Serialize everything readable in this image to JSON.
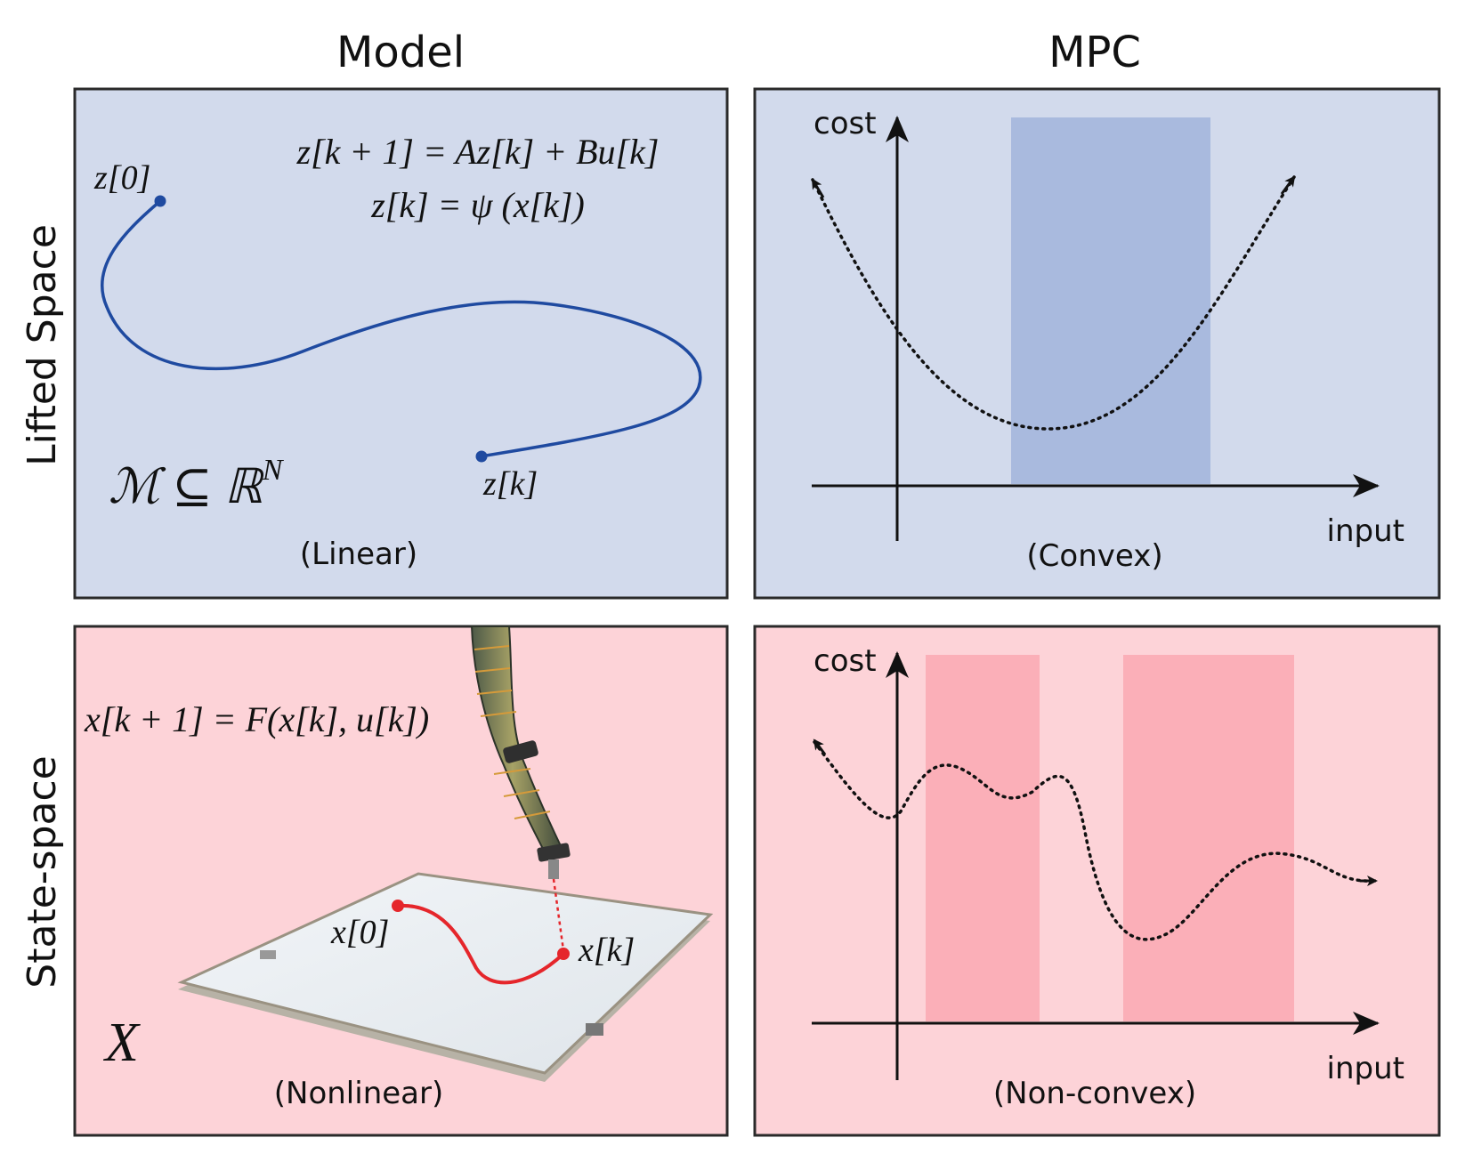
{
  "columns": {
    "model": "Model",
    "mpc": "MPC"
  },
  "rows": {
    "lifted": "Lifted Space",
    "state": "State-space"
  },
  "colors": {
    "lifted_bg": "#d2daec",
    "lifted_band": "#a9bade",
    "state_bg": "#fdd3d8",
    "state_band": "#fbafb8",
    "trajectory_blue": "#1f4aa0",
    "trajectory_red": "#e5262b",
    "border": "#2a2a2a"
  },
  "lifted_model": {
    "equation_1": "z[k + 1] = Az[k] + Bu[k]",
    "equation_2": "z[k] = ψ (x[k])",
    "start_label": "z[0]",
    "end_label": "z[k]",
    "space_label": "ℳ ⊆ ℝ",
    "space_superscript": "N",
    "caption": "(Linear)"
  },
  "lifted_mpc": {
    "ylabel": "cost",
    "xlabel": "input",
    "caption": "(Convex)"
  },
  "state_model": {
    "equation": "x[k + 1] = F(x[k], u[k])",
    "start_label": "x[0]",
    "end_label": "x[k]",
    "space_label": "X",
    "caption": "(Nonlinear)"
  },
  "state_mpc": {
    "ylabel": "cost",
    "xlabel": "input",
    "caption": "(Non-convex)"
  }
}
